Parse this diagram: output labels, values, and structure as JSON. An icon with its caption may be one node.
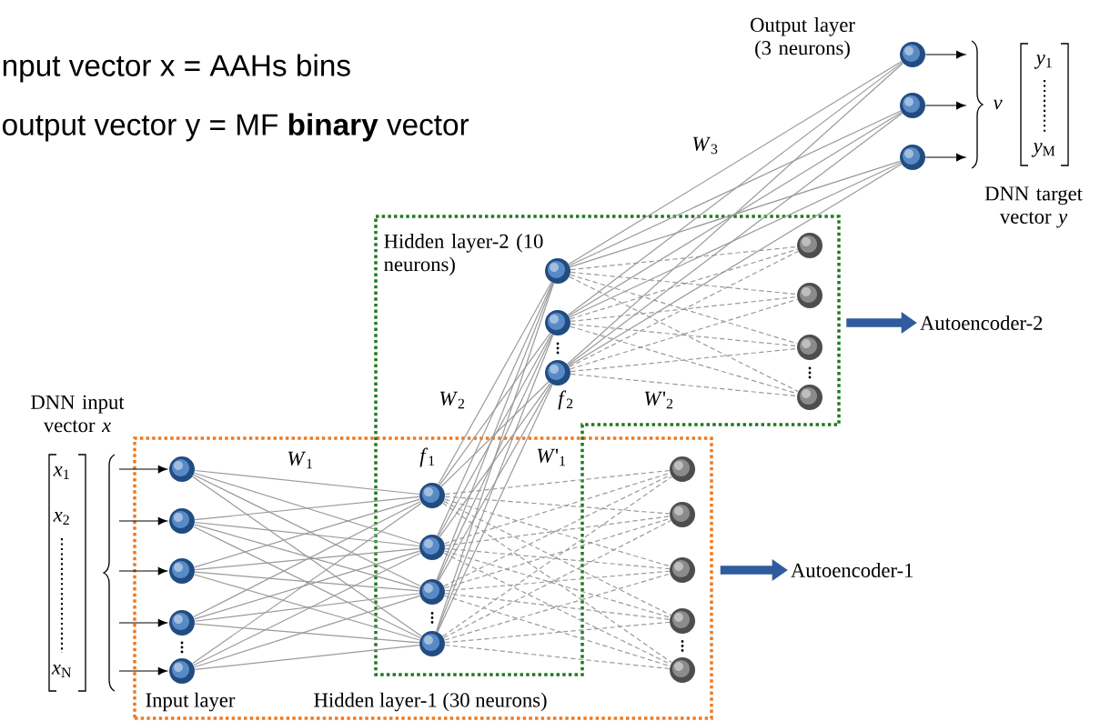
{
  "diagram": {
    "nodes": [
      {
        "text": [],
        "shape": "box"
      },
      {
        "text": [],
        "shape": "box"
      },
      {
        "text": [],
        "shape": "circle"
      },
      {
        "text": [],
        "shape": "circle"
      },
      {
        "text": [],
        "shape": "circle"
      },
      {
        "text": [],
        "shape": "circle",
        "in": 1
      },
      {
        "text": [],
        "shape": "circle",
        "in": 1
      },
      {
        "text": [],
        "shape": "circle",
        "in": 1
      },
      {
        "text": [],
        "shape": "circle",
        "in": 1
      },
      {
        "text": [],
        "shape": "circle",
        "in": 1
      },
      {
        "text": [],
        "shape": "circle",
        "in": 1
      },
      {
        "text": [],
        "shape": "circle",
        "in": 1
      },
      {
        "text": [
          "Autoencoder-2"
        ]
      },
      {
        "text": [],
        "shape": "circle",
        "in": 0
      },
      {
        "text": [],
        "shape": "circle",
        "in": 0
      },
      {
        "text": [],
        "shape": "circle",
        "in": 0
      },
      {
        "text": [],
        "shape": "circle",
        "in": 0
      },
      {
        "text": [],
        "shape": "circle",
        "in": 0
      },
      {
        "text": [],
        "shape": "circle"
      },
      {
        "text": [],
        "shape": "circle"
      },
      {
        "text": [],
        "shape": "circle"
      },
      {
        "text": [],
        "shape": "circle"
      },
      {
        "text": [],
        "shape": "circle",
        "in": 0
      },
      {
        "text": [],
        "shape": "circle",
        "in": 0
      },
      {
        "text": [],
        "shape": "circle",
        "in": 0
      },
      {
        "text": [],
        "shape": "circle",
        "in": 0
      },
      {
        "text": [],
        "shape": "circle",
        "in": 0
      },
      {
        "text": [
          "Autoencoder-1"
        ]
      },
      {
        "text": [],
        "shape": "brace"
      },
      {
        "text": [],
        "shape": "brace",
        "beside": [
          "v"
        ]
      }
    ],
    "edges": [
      {
        "from": 28,
        "to": 13,
        "arrow": "to",
        "color": "#000000"
      },
      {
        "from": 28,
        "to": 14,
        "arrow": "to",
        "color": "#000000"
      },
      {
        "from": 28,
        "to": 15,
        "arrow": "to",
        "color": "#000000"
      },
      {
        "from": 28,
        "to": 16,
        "arrow": "to",
        "color": "#000000"
      },
      {
        "from": 28,
        "to": 17,
        "arrow": "to",
        "color": "#000000"
      },
      {
        "from": 13,
        "to": 18,
        "arrow": "none"
      },
      {
        "from": 13,
        "to": 19,
        "arrow": "none"
      },
      {
        "from": 13,
        "to": 20,
        "arrow": "none"
      },
      {
        "from": 13,
        "to": 21,
        "arrow": "none"
      },
      {
        "from": 14,
        "to": 18,
        "arrow": "none"
      },
      {
        "from": 14,
        "to": 19,
        "arrow": "none"
      },
      {
        "from": 14,
        "to": 20,
        "arrow": "none"
      },
      {
        "from": 14,
        "to": 21,
        "arrow": "none"
      },
      {
        "from": 15,
        "to": 18,
        "arrow": "none"
      },
      {
        "from": 15,
        "to": 19,
        "arrow": "none"
      },
      {
        "from": 15,
        "to": 20,
        "arrow": "none"
      },
      {
        "from": 15,
        "to": 21,
        "arrow": "none"
      },
      {
        "from": 16,
        "to": 18,
        "arrow": "none"
      },
      {
        "from": 16,
        "to": 19,
        "arrow": "none"
      },
      {
        "from": 16,
        "to": 20,
        "arrow": "none"
      },
      {
        "from": 16,
        "to": 21,
        "arrow": "none"
      },
      {
        "from": 17,
        "to": 18,
        "arrow": "none"
      },
      {
        "from": 17,
        "to": 19,
        "arrow": "none"
      },
      {
        "from": 17,
        "to": 20,
        "arrow": "none"
      },
      {
        "from": 17,
        "to": 21,
        "arrow": "none"
      },
      {
        "from": 18,
        "to": 22,
        "arrow": "none",
        "style": "dashed"
      },
      {
        "from": 18,
        "to": 23,
        "arrow": "none",
        "style": "dashed"
      },
      {
        "from": 18,
        "to": 24,
        "arrow": "none",
        "style": "dashed"
      },
      {
        "from": 18,
        "to": 25,
        "arrow": "none",
        "style": "dashed"
      },
      {
        "from": 18,
        "to": 26,
        "arrow": "none",
        "style": "dashed"
      },
      {
        "from": 19,
        "to": 22,
        "arrow": "none",
        "style": "dashed"
      },
      {
        "from": 19,
        "to": 23,
        "arrow": "none",
        "style": "dashed"
      },
      {
        "from": 19,
        "to": 24,
        "arrow": "none",
        "style": "dashed"
      },
      {
        "from": 19,
        "to": 25,
        "arrow": "none",
        "style": "dashed"
      },
      {
        "from": 19,
        "to": 26,
        "arrow": "none",
        "style": "dashed"
      },
      {
        "from": 20,
        "to": 22,
        "arrow": "none",
        "style": "dashed"
      },
      {
        "from": 20,
        "to": 23,
        "arrow": "none",
        "style": "dashed"
      },
      {
        "from": 20,
        "to": 24,
        "arrow": "none",
        "style": "dashed"
      },
      {
        "from": 20,
        "to": 25,
        "arrow": "none",
        "style": "dashed"
      },
      {
        "from": 20,
        "to": 26,
        "arrow": "none",
        "style": "dashed"
      },
      {
        "from": 21,
        "to": 22,
        "arrow": "none",
        "style": "dashed"
      },
      {
        "from": 21,
        "to": 23,
        "arrow": "none",
        "style": "dashed"
      },
      {
        "from": 21,
        "to": 24,
        "arrow": "none",
        "style": "dashed"
      },
      {
        "from": 21,
        "to": 25,
        "arrow": "none",
        "style": "dashed"
      },
      {
        "from": 21,
        "to": 26,
        "arrow": "none",
        "style": "dashed"
      },
      {
        "from": 18,
        "to": 5,
        "arrow": "none"
      },
      {
        "from": 18,
        "to": 6,
        "arrow": "none"
      },
      {
        "from": 18,
        "to": 7,
        "arrow": "none"
      },
      {
        "from": 19,
        "to": 5,
        "arrow": "none"
      },
      {
        "from": 19,
        "to": 6,
        "arrow": "none"
      },
      {
        "from": 19,
        "to": 7,
        "arrow": "none"
      },
      {
        "from": 20,
        "to": 5,
        "arrow": "none"
      },
      {
        "from": 20,
        "to": 6,
        "arrow": "none"
      },
      {
        "from": 20,
        "to": 7,
        "arrow": "none"
      },
      {
        "from": 21,
        "to": 5,
        "arrow": "none"
      },
      {
        "from": 21,
        "to": 6,
        "arrow": "none"
      },
      {
        "from": 21,
        "to": 7,
        "arrow": "none"
      },
      {
        "from": 5,
        "to": 8,
        "arrow": "none",
        "style": "dashed"
      },
      {
        "from": 5,
        "to": 9,
        "arrow": "none",
        "style": "dashed"
      },
      {
        "from": 5,
        "to": 10,
        "arrow": "none",
        "style": "dashed"
      },
      {
        "from": 5,
        "to": 11,
        "arrow": "none",
        "style": "dashed"
      },
      {
        "from": 6,
        "to": 8,
        "arrow": "none",
        "style": "dashed"
      },
      {
        "from": 6,
        "to": 9,
        "arrow": "none",
        "style": "dashed"
      },
      {
        "from": 6,
        "to": 10,
        "arrow": "none",
        "style": "dashed"
      },
      {
        "from": 6,
        "to": 11,
        "arrow": "none",
        "style": "dashed"
      },
      {
        "from": 7,
        "to": 8,
        "arrow": "none",
        "style": "dashed"
      },
      {
        "from": 7,
        "to": 9,
        "arrow": "none",
        "style": "dashed"
      },
      {
        "from": 7,
        "to": 10,
        "arrow": "none",
        "style": "dashed"
      },
      {
        "from": 7,
        "to": 11,
        "arrow": "none",
        "style": "dashed"
      },
      {
        "from": 5,
        "to": 2,
        "arrow": "none"
      },
      {
        "from": 5,
        "to": 3,
        "arrow": "none"
      },
      {
        "from": 5,
        "to": 4,
        "arrow": "none"
      },
      {
        "from": 6,
        "to": 2,
        "arrow": "none"
      },
      {
        "from": 6,
        "to": 3,
        "arrow": "none"
      },
      {
        "from": 6,
        "to": 4,
        "arrow": "none"
      },
      {
        "from": 7,
        "to": 2,
        "arrow": "none"
      },
      {
        "from": 7,
        "to": 3,
        "arrow": "none"
      },
      {
        "from": 7,
        "to": 4,
        "arrow": "none"
      },
      {
        "from": 2,
        "to": 29,
        "arrow": "to",
        "color": "#000000"
      },
      {
        "from": 3,
        "to": 29,
        "arrow": "to",
        "color": "#000000"
      },
      {
        "from": 4,
        "to": 29,
        "arrow": "to",
        "color": "#000000"
      },
      {
        "from": 1,
        "to": 12,
        "arrow": "to",
        "style": "thick",
        "color": "#2e5c9e"
      },
      {
        "from": 0,
        "to": 27,
        "arrow": "to",
        "style": "thick",
        "color": "#2e5c9e"
      }
    ],
    "labels": [
      "nput vector x = AAHs bins",
      "output vector y = MF **binary** vector",
      "Output layer (3 neurons)",
      "*W*$_{3}$",
      "*y*$_{1}$",
      "*y*$_{M}$",
      "DNN target vector *y*",
      "Hidden layer-2 (10 neurons)",
      "*W*$_{2}$",
      "*f*$_{2}$",
      "*W*'$_{2}$",
      "DNN input vector *x*",
      "*x*$_{1}$",
      "*x*$_{2}$",
      "*x*$_{N}$",
      "*W*$_{1}$",
      "*f*$_{1}$",
      "*W*'$_{1}$",
      "Input layer",
      "Hidden layer-1 (30 neurons)"
    ]
  }
}
